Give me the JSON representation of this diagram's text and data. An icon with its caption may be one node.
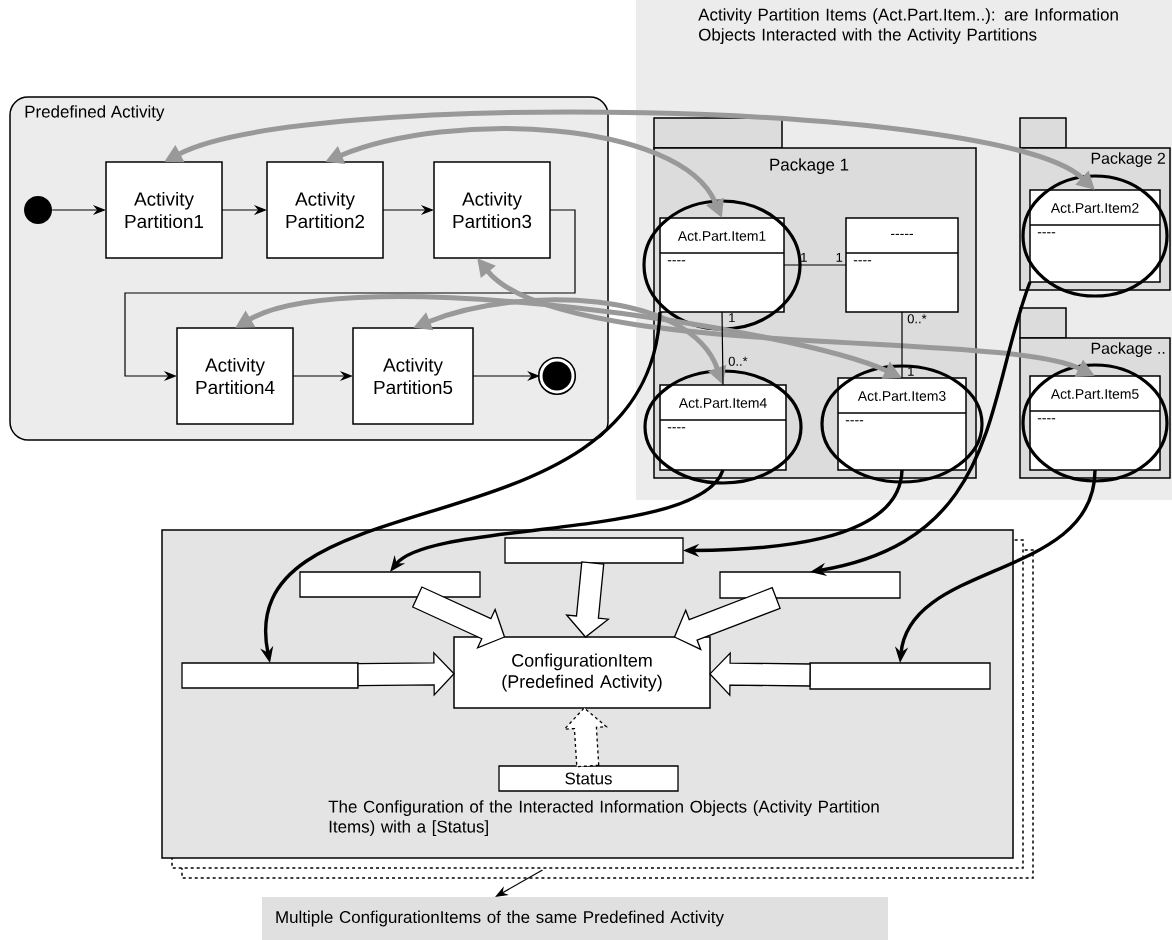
{
  "diagram": {
    "nodes": [
      {
        "text": [
          "Predefined Activity"
        ]
      },
      {
        "text": [],
        "shape": "circle",
        "in": 0
      },
      {
        "text": [
          "Activity Partition1"
        ],
        "in": 0
      },
      {
        "text": [
          "Activity Partition2"
        ],
        "in": 0
      },
      {
        "text": [
          "Activity Partition3"
        ],
        "in": 0
      },
      {
        "text": [
          "Activity Partition4"
        ],
        "in": 0
      },
      {
        "text": [
          "Activity Partition5"
        ],
        "in": 0
      },
      {
        "text": [],
        "shape": "circle",
        "in": 0
      },
      {
        "text": [
          "Activity Partition Items (Act.Part.Item..): are Information Objects Interacted with the Activity Partitions"
        ]
      },
      {
        "text": [
          "Package 1"
        ],
        "in": 8
      },
      {
        "text": [
          "Act.Part.Item1",
          "----"
        ],
        "in": 9
      },
      {
        "text": [
          "-----",
          "----"
        ],
        "in": 9
      },
      {
        "text": [
          "Act.Part.Item4",
          "----"
        ],
        "in": 9
      },
      {
        "text": [
          "Act.Part.Item3",
          "----"
        ],
        "in": 9
      },
      {
        "text": [
          "Package 2"
        ],
        "in": 8
      },
      {
        "text": [
          "Act.Part.Item2",
          "----"
        ],
        "in": 14
      },
      {
        "text": [
          "Package .."
        ],
        "in": 8
      },
      {
        "text": [
          "Act.Part.Item5",
          "----"
        ],
        "in": 16
      },
      {
        "text": [
          "The Configuration of the Interacted Information Objects (Activity Partition Items) with a [Status]"
        ]
      },
      {
        "text": [],
        "shape": "box",
        "in": 18
      },
      {
        "text": [],
        "shape": "box",
        "in": 18
      },
      {
        "text": [],
        "shape": "box",
        "in": 18
      },
      {
        "text": [],
        "shape": "box",
        "in": 18
      },
      {
        "text": [
          "ConfigurationItem (Predefined Activity)"
        ],
        "in": 18
      },
      {
        "text": [],
        "shape": "box",
        "in": 18
      },
      {
        "text": [
          "Status"
        ],
        "in": 18
      },
      {
        "text": [
          "Multiple ConfigurationItems of the same Predefined Activity"
        ]
      }
    ],
    "edges": [
      {
        "from": 1,
        "to": 2,
        "arrow": "to"
      },
      {
        "from": 2,
        "to": 3,
        "arrow": "to"
      },
      {
        "from": 3,
        "to": 4,
        "arrow": "to"
      },
      {
        "from": 4,
        "to": 5,
        "arrow": "to"
      },
      {
        "from": 5,
        "to": 6,
        "arrow": "to"
      },
      {
        "from": 6,
        "to": 7,
        "arrow": "to"
      },
      {
        "from": 2,
        "to": 15,
        "arrow": "both",
        "style": "thick",
        "color": "#999999"
      },
      {
        "from": 3,
        "to": 10,
        "arrow": "both",
        "style": "thick",
        "color": "#999999"
      },
      {
        "from": 4,
        "to": 17,
        "arrow": "both",
        "style": "thick",
        "color": "#999999"
      },
      {
        "from": 5,
        "to": 13,
        "arrow": "both",
        "style": "thick",
        "color": "#999999"
      },
      {
        "from": 6,
        "to": 12,
        "arrow": "both",
        "style": "thick",
        "color": "#999999"
      },
      {
        "from": 10,
        "to": 11,
        "arrow": "none"
      },
      {
        "from": 10,
        "to": 12,
        "arrow": "none"
      },
      {
        "from": 11,
        "to": 13,
        "arrow": "none"
      },
      {
        "from": 10,
        "to": 22,
        "arrow": "to",
        "style": "thick"
      },
      {
        "from": 12,
        "to": 20,
        "arrow": "to",
        "style": "thick"
      },
      {
        "from": 13,
        "to": 19,
        "arrow": "to",
        "style": "thick"
      },
      {
        "from": 15,
        "to": 21,
        "arrow": "to",
        "style": "thick"
      },
      {
        "from": 17,
        "to": 24,
        "arrow": "to",
        "style": "thick"
      },
      {
        "from": 20,
        "to": 23,
        "arrow": "to"
      },
      {
        "from": 19,
        "to": 23,
        "arrow": "to"
      },
      {
        "from": 21,
        "to": 23,
        "arrow": "to"
      },
      {
        "from": 22,
        "to": 23,
        "arrow": "to"
      },
      {
        "from": 24,
        "to": 23,
        "arrow": "to"
      },
      {
        "from": 25,
        "to": 23,
        "arrow": "to",
        "style": "dashed"
      },
      {
        "from": 18,
        "to": 26,
        "arrow": "to"
      }
    ],
    "labels": [
      "1",
      "1",
      "1",
      "0..*",
      "0..*",
      "1"
    ]
  }
}
